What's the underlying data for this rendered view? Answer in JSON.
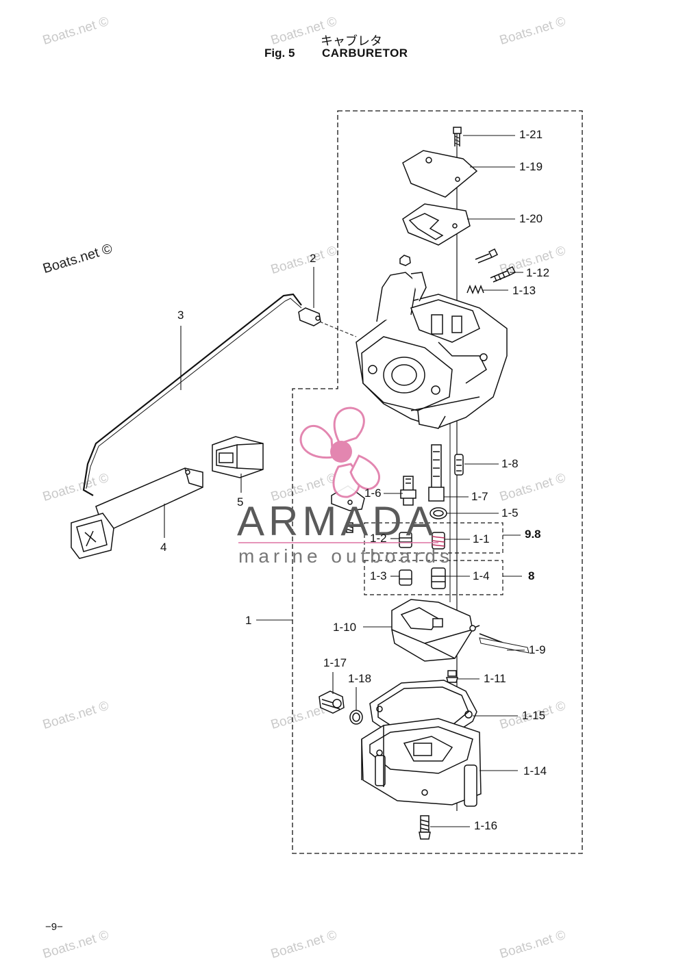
{
  "header": {
    "title_jp": "キャブレタ",
    "fig_label": "Fig. 5",
    "title": "CARBURETOR"
  },
  "watermark": {
    "text": "Boats.net ©"
  },
  "logo": {
    "name": "ARMADA",
    "tagline": "marine outboards",
    "accent_color": "#e07aa8"
  },
  "callouts": {
    "c1_21": "1-21",
    "c1_19": "1-19",
    "c1_20": "1-20",
    "c1_12": "1-12",
    "c1_13": "1-13",
    "c2": "2",
    "c3": "3",
    "c1_8": "1-8",
    "c1_6": "1-6",
    "c1_7": "1-7",
    "c1_5": "1-5",
    "c9_8": "9.8",
    "c1_2": "1-2",
    "c1_1": "1-1",
    "c1_3": "1-3",
    "c1_4": "1-4",
    "c8": "8",
    "c5": "5",
    "c4": "4",
    "c1": "1",
    "c1_10": "1-10",
    "c1_9": "1-9",
    "c1_17": "1-17",
    "c1_18": "1-18",
    "c1_11": "1-11",
    "c1_15": "1-15",
    "c1_14": "1-14",
    "c1_16": "1-16"
  },
  "page_number": "−9−"
}
